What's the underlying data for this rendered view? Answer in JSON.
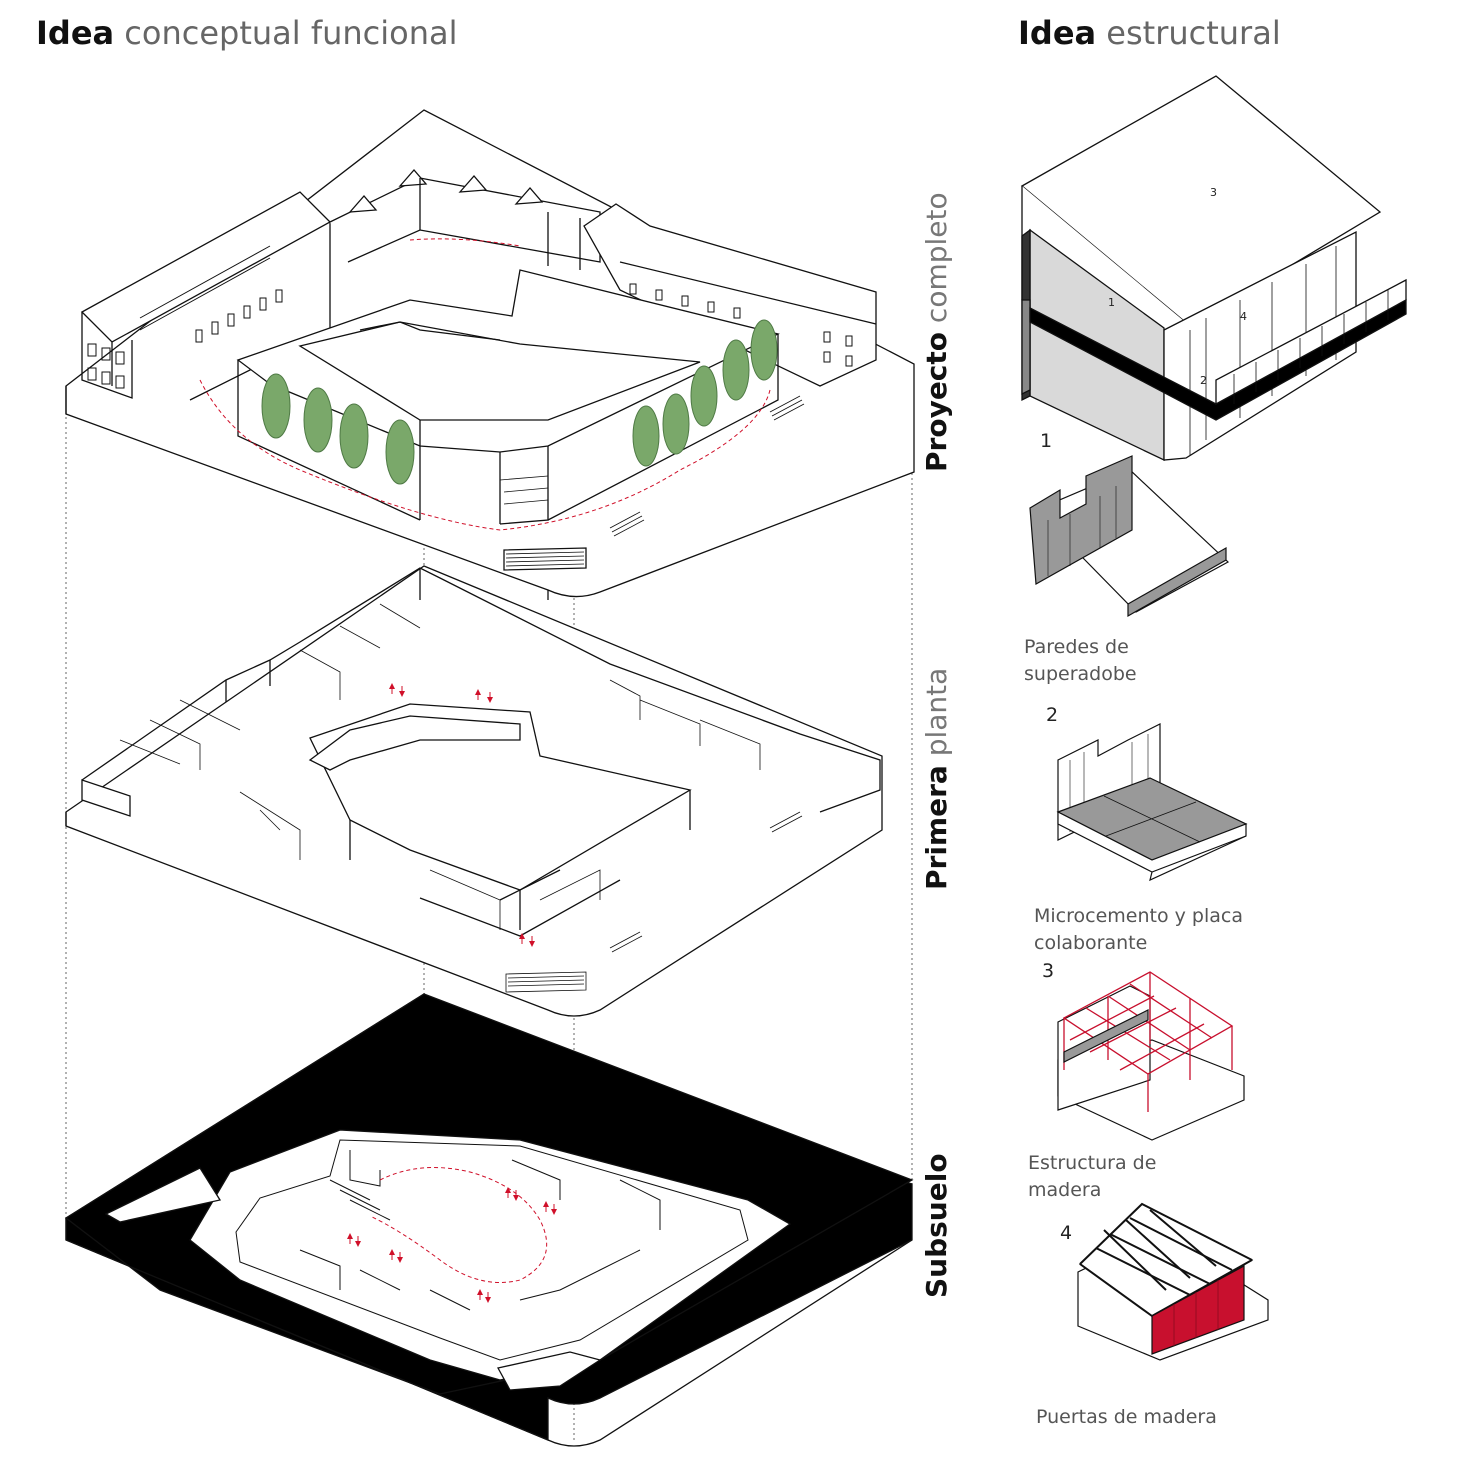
{
  "headers": {
    "left": {
      "bold": "Idea",
      "light": "conceptual funcional"
    },
    "right": {
      "bold": "Idea",
      "light": "estructural"
    }
  },
  "levels": [
    {
      "bold": "Proyecto",
      "light": "completo"
    },
    {
      "bold": "Primera",
      "light": "planta"
    },
    {
      "bold": "Subsuelo",
      "light": ""
    }
  ],
  "structural_parts": [
    {
      "number": "1",
      "caption_lines": [
        "Paredes de",
        "superadobe"
      ]
    },
    {
      "number": "2",
      "caption_lines": [
        "Microcemento y placa",
        "colaborante"
      ]
    },
    {
      "number": "3",
      "caption_lines": [
        "Estructura de",
        "madera"
      ]
    },
    {
      "number": "4",
      "caption_lines": [
        "Puertas de madera"
      ]
    }
  ],
  "main_axonometric_labels": [
    "1",
    "2",
    "3",
    "4"
  ],
  "colors": {
    "ink": "#111111",
    "light_text": "#666666",
    "wall_grey": "#9a9a9a",
    "panel_grey": "#d9d9d9",
    "tree_green": "#7aa86a",
    "timber_red": "#c8102e",
    "circulation_red": "#d0102a"
  }
}
